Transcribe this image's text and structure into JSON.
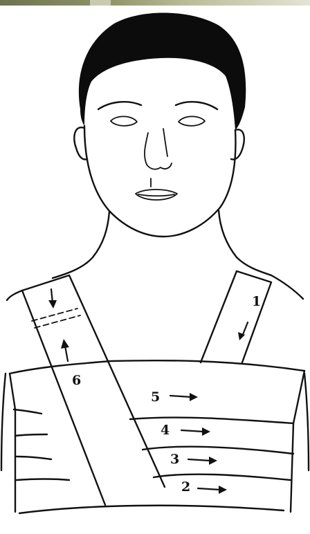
{
  "diagram": {
    "bandage_steps": [
      {
        "number": "1",
        "direction": "down"
      },
      {
        "number": "2",
        "direction": "right"
      },
      {
        "number": "3",
        "direction": "right"
      },
      {
        "number": "4",
        "direction": "right"
      },
      {
        "number": "5",
        "direction": "right"
      },
      {
        "number": "6",
        "direction": "up"
      }
    ],
    "colors": {
      "ink": "#111111",
      "background": "#ffffff",
      "top_bar": "#8f9469"
    }
  }
}
